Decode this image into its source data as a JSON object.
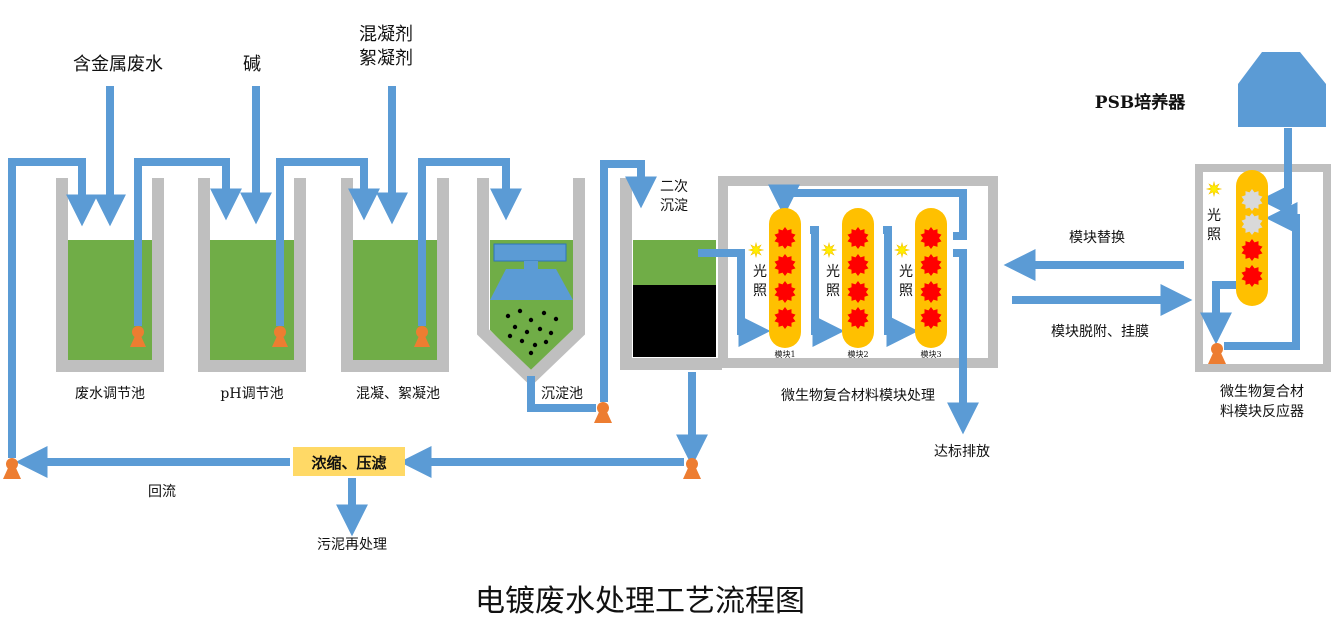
{
  "title": "电镀废水处理工艺流程图",
  "inputs": {
    "wastewater": "含金属废水",
    "alkali": "碱",
    "coagulant": "混凝剂",
    "flocculant": "絮凝剂"
  },
  "tanks": {
    "equalization": "废水调节池",
    "ph": "pH调节池",
    "coag_floc": "混凝、絮凝池",
    "sedimentation": "沉淀池",
    "secondary_line1": "二次",
    "secondary_line2": "沉淀"
  },
  "modules": {
    "light_line1": "光",
    "light_line2": "照",
    "module1": "模块1",
    "module2": "模块2",
    "module3": "模块3",
    "treatment": "微生物复合材料模块处理"
  },
  "reactor": {
    "psb": "PSB培养器",
    "label_line1": "微生物复合材",
    "label_line2": "料模块反应器",
    "replace": "模块替换",
    "attach": "模块脱附、挂膜"
  },
  "outputs": {
    "discharge": "达标排放",
    "concentrate": "浓缩、压滤",
    "reflux": "回流",
    "sludge": "污泥再处理"
  },
  "colors": {
    "pipe": "#5b9bd5",
    "water": "#70ad47",
    "tank_wall": "#bfbfbf",
    "pump": "#ed7d31",
    "module": "#ffc000",
    "media": "#ff0000",
    "concentrate_box": "#ffd966",
    "sludge": "#000000"
  }
}
